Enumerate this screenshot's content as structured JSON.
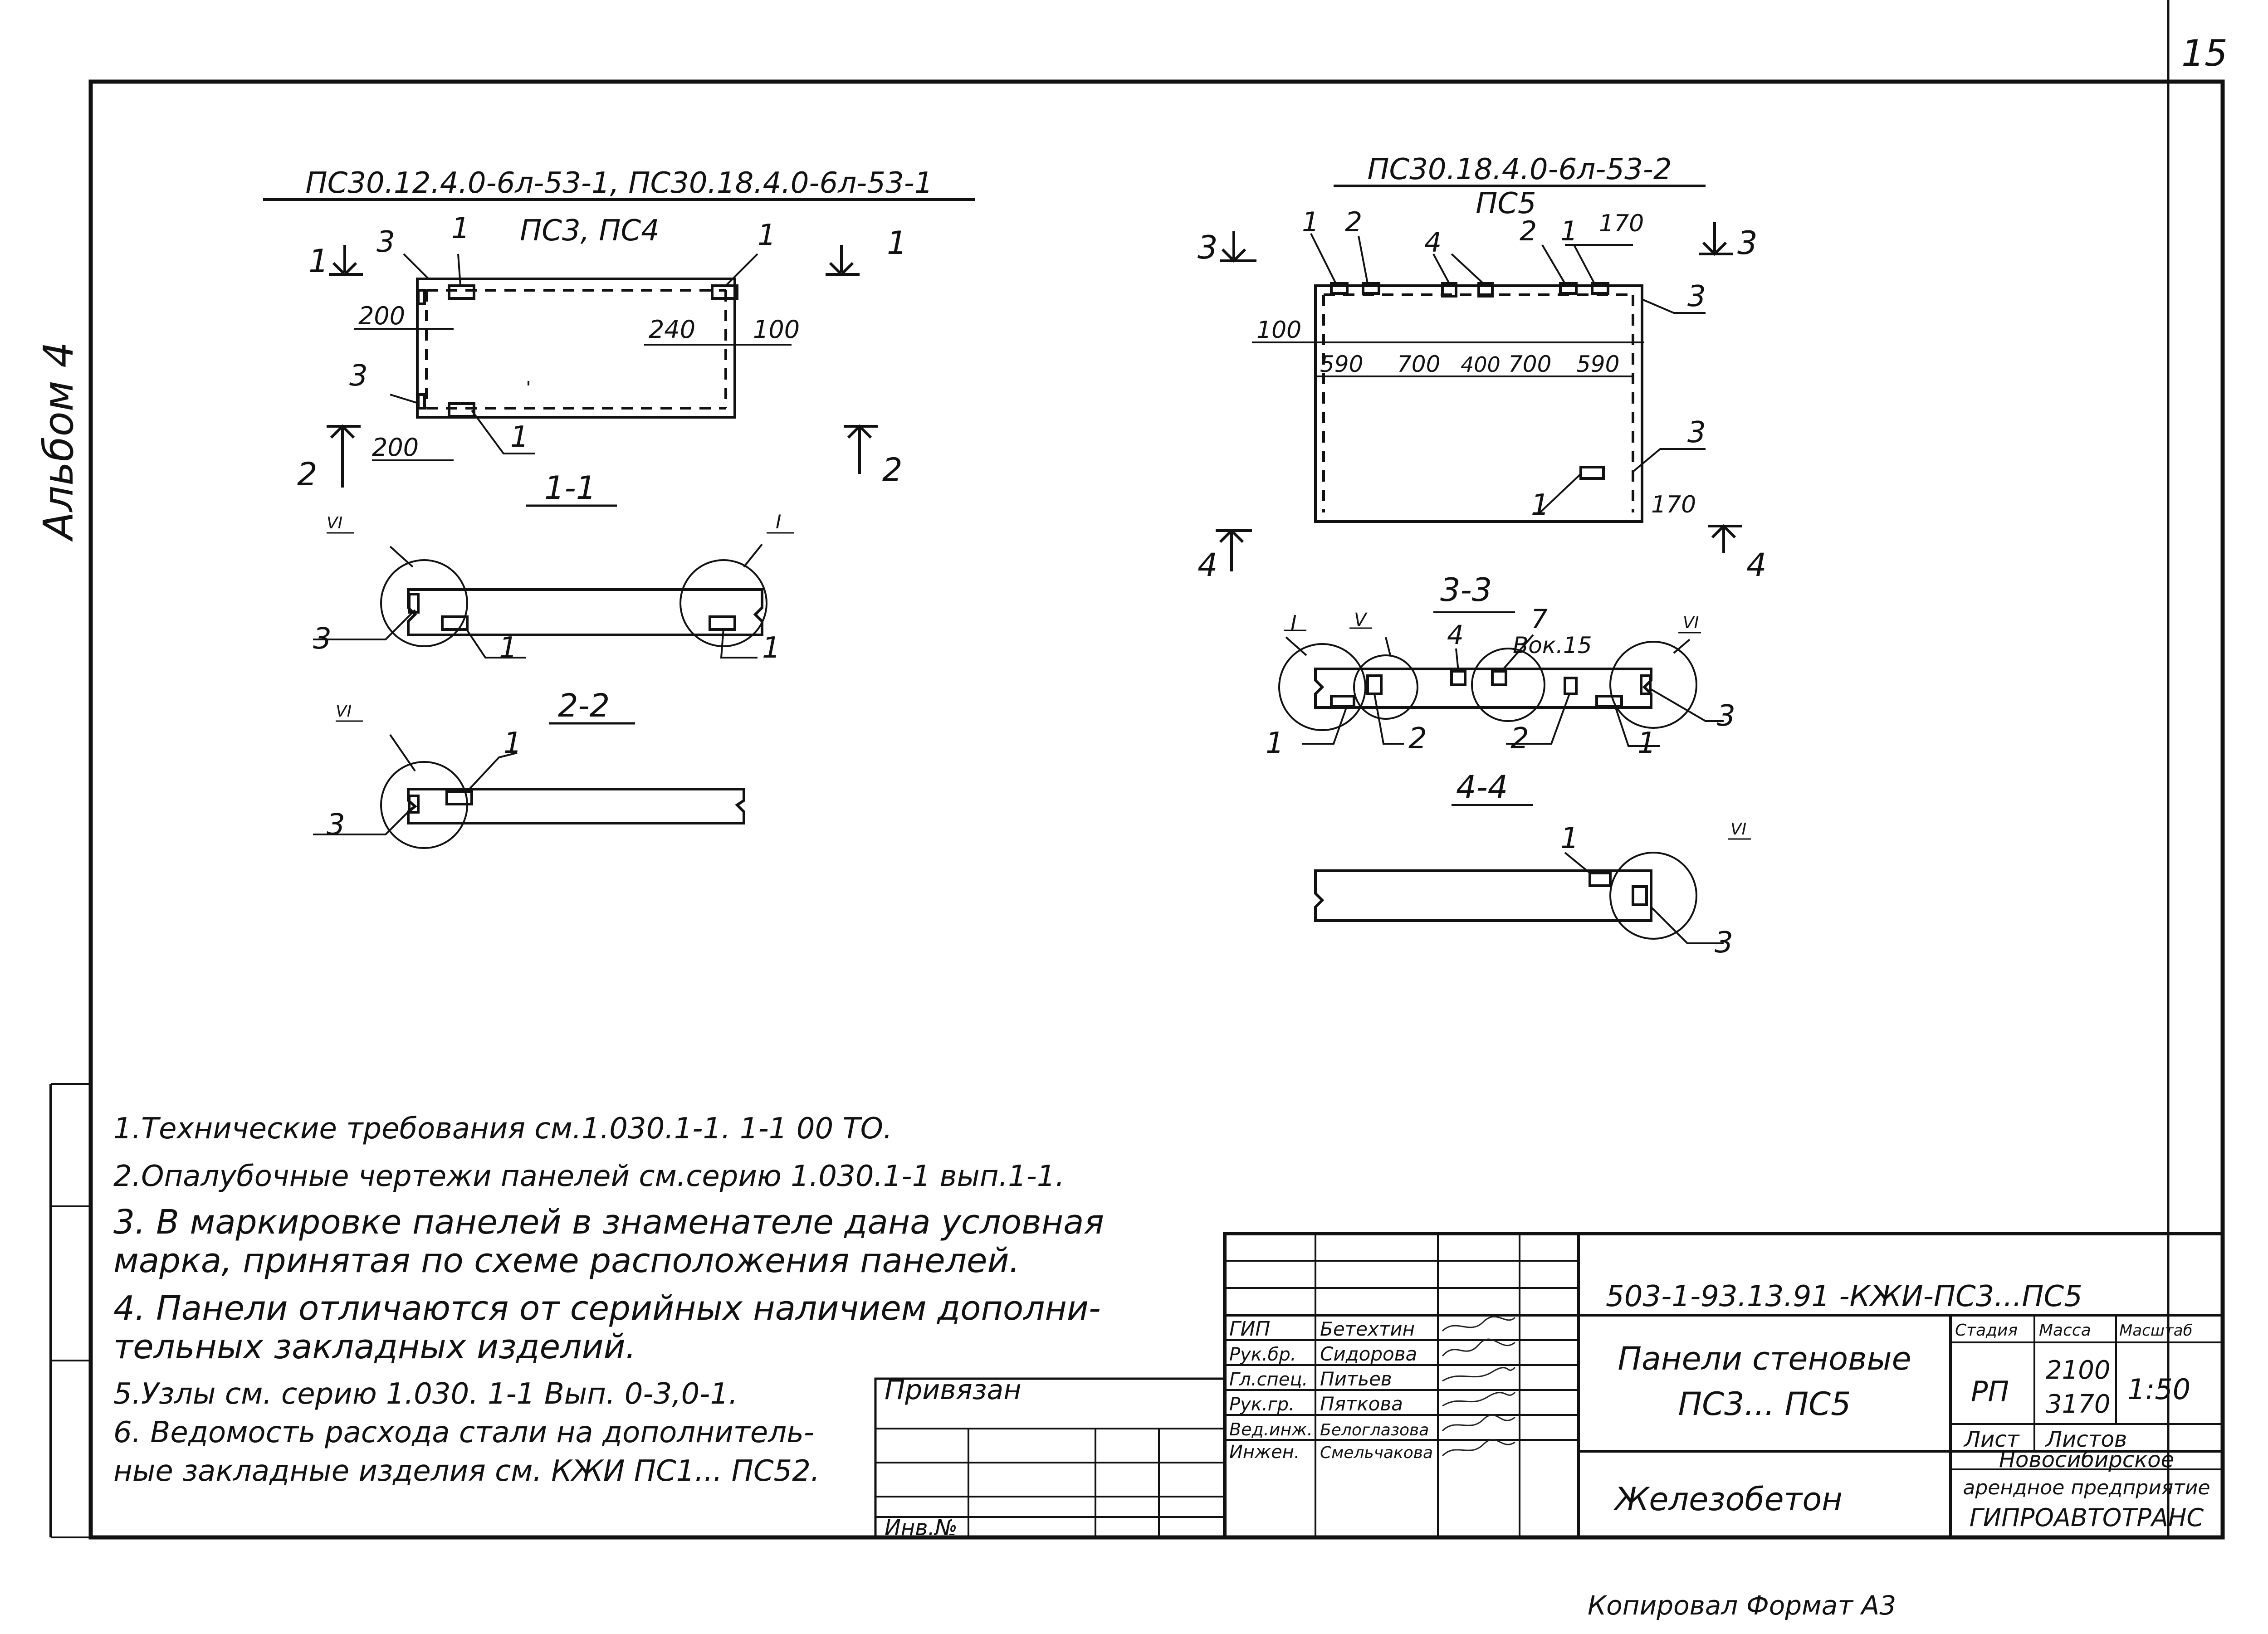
{
  "sheet": {
    "page_number": "15",
    "album_label": "Альбом 4",
    "bottom_stamp": "Копировал Формат А3"
  },
  "left_drawing": {
    "title": "ПС30.12.4.0-6л-53-1, ПС30.18.4.0-6л-53-1",
    "subtitle": "ПС3, ПС4",
    "section_marks": [
      "1",
      "1",
      "2",
      "2"
    ],
    "dims": [
      "200",
      "240",
      "100",
      "200"
    ],
    "callouts": [
      "3",
      "1",
      "1",
      "3",
      "1"
    ],
    "section_1_1": {
      "title": "1-1",
      "node_left": "VI",
      "node_right": "I",
      "callouts": [
        "3",
        "1",
        "1"
      ]
    },
    "section_2_2": {
      "title": "2-2",
      "node": "VI",
      "callouts": [
        "3",
        "1"
      ]
    }
  },
  "right_drawing": {
    "title": "ПС30.18.4.0-6л-53-2",
    "subtitle": "ПС5",
    "section_marks": [
      "3",
      "3",
      "4",
      "4"
    ],
    "top_callouts": [
      "1",
      "2",
      "4",
      "2",
      "1"
    ],
    "dims_top": [
      "170"
    ],
    "dims_side": [
      "100"
    ],
    "dims_row": [
      "590",
      "700",
      "400",
      "700",
      "590"
    ],
    "side_callouts": [
      "3",
      "3"
    ],
    "bottom_callout": "1",
    "bottom_dim": "170",
    "section_3_3": {
      "title": "3-3",
      "nodes": [
        "I",
        "V",
        "VI"
      ],
      "upper_callouts": [
        "4",
        "7"
      ],
      "ref": "Вок.15",
      "lower_callouts": [
        "1",
        "2",
        "2",
        "1",
        "3"
      ]
    },
    "section_4_4": {
      "title": "4-4",
      "node": "VI",
      "callouts": [
        "1",
        "3"
      ]
    }
  },
  "notes": [
    "1.Технические требования см.1.030.1-1. 1-1 00 ТО.",
    "2.Опалубочные чертежи панелей см.серию 1.030.1-1 вып.1-1.",
    "3. В маркировке панелей в знаменателе дана условная",
    "марка, принятая по схеме расположения панелей.",
    "4. Панели отличаются от серийных наличием дополни-",
    "тельных закладных изделий.",
    "5.Узлы см. серию 1.030. 1-1 Вып. 0-3,0-1.",
    "6. Ведомость расхода стали на дополнитель-",
    "ные закладные изделия см. КЖИ ПС1... ПС52."
  ],
  "binding_block": {
    "label": "Привязан",
    "inv_label": "Инв.№"
  },
  "title_block": {
    "roles": [
      "ГИП",
      "Рук.бр.",
      "Гл.спец.",
      "Рук.гр.",
      "Вед.инж.",
      "Инжен."
    ],
    "names": [
      "Бетехтин",
      "Сидорова",
      "Питьев",
      "Пяткова",
      "Белоглазова",
      "Смельчакова"
    ],
    "designation": "503-1-93.13.91 -КЖИ-ПС3...ПС5",
    "name_line1": "Панели стеновые",
    "name_line2": "ПС3... ПС5",
    "material": "Железобетон",
    "col_stage": "Стадия",
    "col_mass": "Масса",
    "col_scale": "Масштаб",
    "stage": "РП",
    "mass_1": "2100",
    "mass_2": "3170",
    "scale": "1:50",
    "sheet_label": "Лист",
    "sheets_label": "Листов",
    "org_1": "Новосибирское",
    "org_2": "арендное предприятие",
    "org_3": "ГИПРОАВТОТРАНС"
  }
}
